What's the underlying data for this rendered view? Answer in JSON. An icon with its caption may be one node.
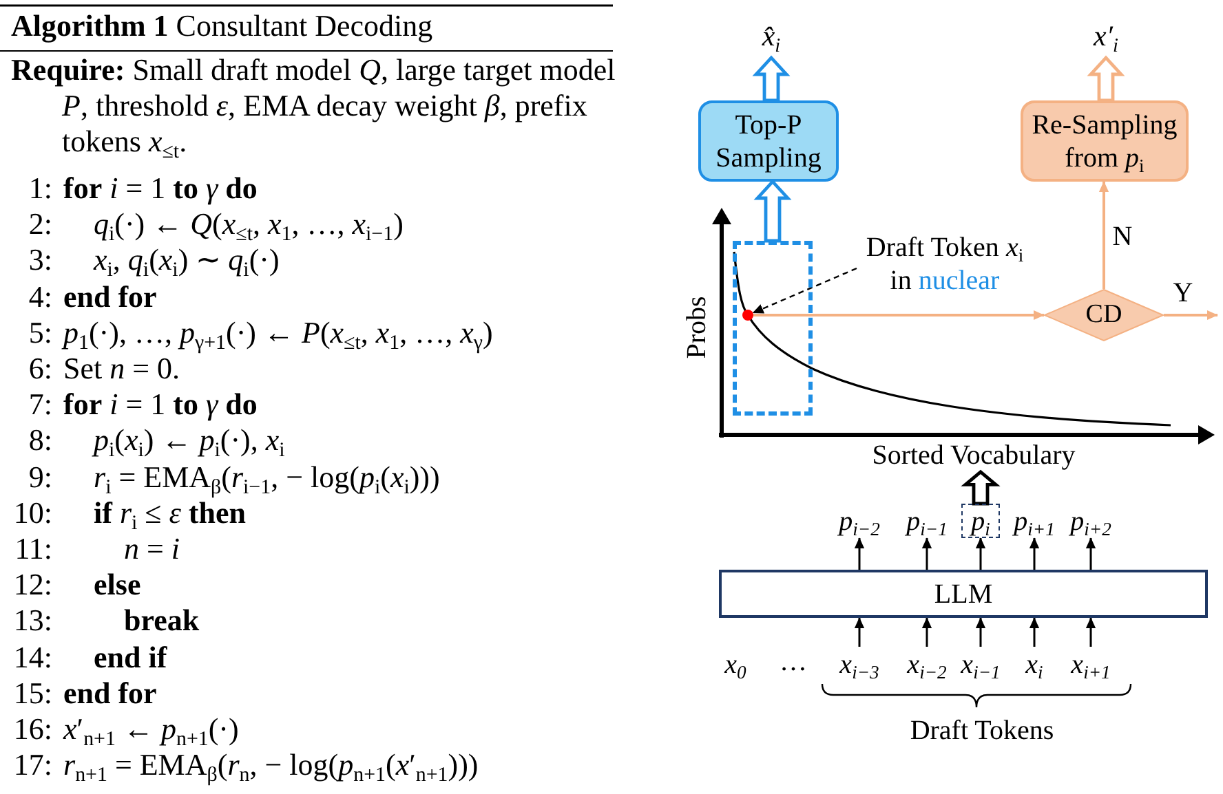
{
  "diagram": {
    "title": "**Algorithm 1** Consultant Decoding",
    "nodes": [
      {
        "text": [
          "x̂$_{i}$"
        ]
      },
      {
        "text": [
          "x′$_{i}$"
        ]
      },
      {
        "text": [
          "Top-P Sampling"
        ]
      },
      {
        "text": [
          "Re-Sampling from *p*$_{i}$"
        ]
      },
      {
        "text": [],
        "shape": "box"
      },
      {
        "text": [
          "Draft Token *x*$_{i}$ in nuclear"
        ]
      },
      {
        "text": [],
        "shape": "circle",
        "in": 4
      },
      {
        "text": [
          "CD"
        ]
      },
      {
        "text": [
          "Sorted Vocabulary"
        ]
      },
      {
        "text": [
          "p$_{i−2}$"
        ]
      },
      {
        "text": [
          "p$_{i−1}$"
        ]
      },
      {
        "text": [
          "p$_{i}$"
        ]
      },
      {
        "text": [
          "p$_{i+1}$"
        ]
      },
      {
        "text": [
          "p$_{i+2}$"
        ]
      },
      {
        "text": [
          "LLM"
        ]
      },
      {
        "text": [
          "x$_{i−3}$"
        ]
      },
      {
        "text": [
          "x$_{i−2}$"
        ]
      },
      {
        "text": [
          "x$_{i−1}$"
        ]
      },
      {
        "text": [
          "x$_{i}$"
        ]
      },
      {
        "text": [
          "x$_{i+1}$"
        ]
      }
    ],
    "edges": [
      {
        "from": 2,
        "to": 0,
        "arrow": "to",
        "style": "thick",
        "color": "#1f8fe5"
      },
      {
        "from": 3,
        "to": 1,
        "arrow": "to",
        "style": "thick",
        "color": "#f4b183"
      },
      {
        "from": 4,
        "to": 2,
        "arrow": "to",
        "style": "thick",
        "color": "#1f8fe5"
      },
      {
        "from": 5,
        "to": 6,
        "arrow": "to",
        "style": "dashed"
      },
      {
        "from": 6,
        "to": 7,
        "arrow": "to",
        "color": "#f4b183"
      },
      {
        "from": 7,
        "to": 3,
        "arrow": "to",
        "label": "N",
        "color": "#f4b183"
      },
      {
        "from": 7,
        "to": null,
        "arrow": "to",
        "label": "Y",
        "color": "#f4b183"
      },
      {
        "from": 11,
        "to": 8,
        "arrow": "to",
        "style": "thick"
      },
      {
        "from": 14,
        "to": 9,
        "arrow": "to"
      },
      {
        "from": 14,
        "to": 10,
        "arrow": "to"
      },
      {
        "from": 14,
        "to": 11,
        "arrow": "to"
      },
      {
        "from": 14,
        "to": 12,
        "arrow": "to"
      },
      {
        "from": 14,
        "to": 13,
        "arrow": "to"
      },
      {
        "from": 15,
        "to": 14,
        "arrow": "to"
      },
      {
        "from": 16,
        "to": 14,
        "arrow": "to"
      },
      {
        "from": 17,
        "to": 14,
        "arrow": "to"
      },
      {
        "from": 18,
        "to": 14,
        "arrow": "to"
      },
      {
        "from": 19,
        "to": 14,
        "arrow": "to"
      }
    ],
    "labels": [
      "**Require:** Small draft model *Q*, large target model *P*, threshold *ε*, EMA decay weight *β*, prefix tokens *x*$_{≤t}$.",
      "1: **for** *i* = 1 **to** *γ* **do**",
      "2: *q*$_{i}$(·) ← *Q*(*x*$_{≤t}$, *x*$_{1}$, …, *x*$_{i−1}$)",
      "3: *x*$_{i}$, *q*$_{i}$(*x*$_{i}$) ∼ *q*$_{i}$(·)",
      "4: **end for**",
      "5: *p*$_{1}$(·), …, *p*$_{γ+1}$(·) ← *P*(*x*$_{≤t}$, *x*$_{1}$, …, *x*$_{γ}$)",
      "6: Set *n* = 0.",
      "7: **for** *i* = 1 **to** *γ* **do**",
      "8: *p*$_{i}$(*x*$_{i}$) ← *p*$_{i}$(·), *x*$_{i}$",
      "9: *r*$_{i}$ = EMA$_{β}$(*r*$_{i−1}$, − log(*p*$_{i}$(*x*$_{i}$)))",
      "10: **if** *r*$_{i}$ ≤ *ε* **then**",
      "11: *n* = *i*",
      "12: **else**",
      "13: **break**",
      "14: **end if**",
      "15: **end for**",
      "16: *x*′$_{n+1}$ ← *p*$_{n+1}$(·)",
      "17: *r*$_{n+1}$ = EMA$_{β}$(*r*$_{n}$, − log(*p*$_{n+1}$(*x*′$_{n+1}$)))",
      "Probs",
      "x$_{0}$",
      "…",
      "Draft Tokens"
    ]
  }
}
